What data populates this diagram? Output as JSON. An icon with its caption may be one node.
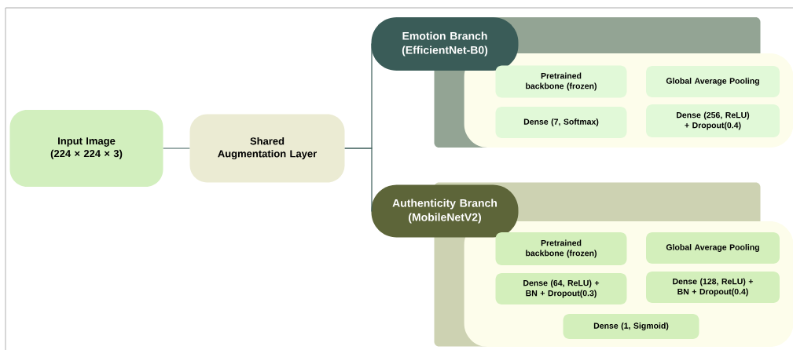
{
  "diagram": {
    "nodes": [
      {
        "text": [
          "Input Image (224 × 224 × 3)"
        ]
      },
      {
        "text": [
          "Shared Augmentation Layer"
        ]
      },
      {
        "text": [
          "Emotion Branch (EfficientNet-B0)"
        ]
      },
      {
        "text": [],
        "shape": "box"
      },
      {
        "text": [],
        "shape": "box"
      },
      {
        "text": [
          "Pretrained backbone (frozen)"
        ],
        "in": 4
      },
      {
        "text": [
          "Global Average Pooling"
        ],
        "in": 4
      },
      {
        "text": [
          "Dense (7, Softmax)"
        ],
        "in": 4
      },
      {
        "text": [
          "Dense (256, ReLU) + Dropout(0.4)"
        ],
        "in": 4
      },
      {
        "text": [
          "Authenticity Branch (MobileNetV2)"
        ]
      },
      {
        "text": [],
        "shape": "box"
      },
      {
        "text": [],
        "shape": "box"
      },
      {
        "text": [
          "Pretrained backbone (frozen)"
        ],
        "in": 11
      },
      {
        "text": [
          "Global Average Pooling"
        ],
        "in": 11
      },
      {
        "text": [
          "Dense (64, ReLU) + BN + Dropout(0.3)"
        ],
        "in": 11
      },
      {
        "text": [
          "Dense (128, ReLU) + BN + Dropout(0.4)"
        ],
        "in": 11
      },
      {
        "text": [
          "Dense (1, Sigmoid)"
        ],
        "in": 11
      }
    ],
    "edges": [
      {
        "from": 0,
        "to": 1,
        "arrow": "none"
      },
      {
        "from": 1,
        "to": 2,
        "arrow": "none"
      },
      {
        "from": 1,
        "to": 9,
        "arrow": "none"
      }
    ]
  }
}
